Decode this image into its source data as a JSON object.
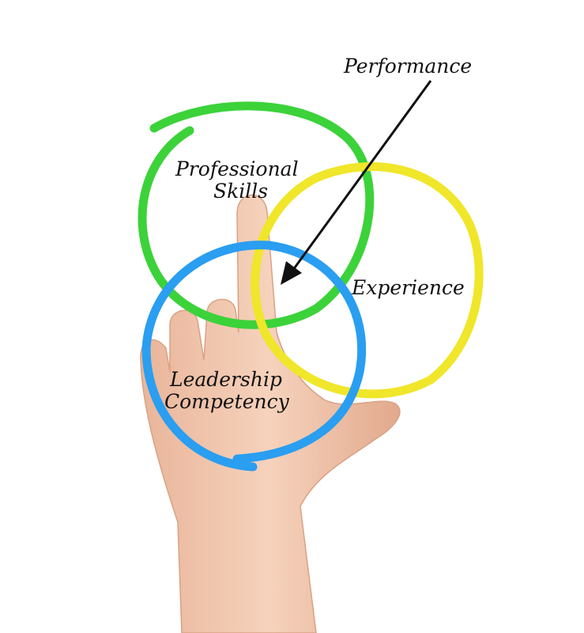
{
  "diagram": {
    "labels": {
      "performance": "Performance",
      "professional_line1": "Professional",
      "professional_line2": "Skills",
      "experience": "Experience",
      "leadership_line1": "Leadership",
      "leadership_line2": "Competency"
    },
    "colors": {
      "professional": "#3cd23a",
      "experience": "#f0e62a",
      "leadership": "#2a9ef0",
      "arrow": "#111111",
      "skin": "#f2c6ac"
    }
  }
}
